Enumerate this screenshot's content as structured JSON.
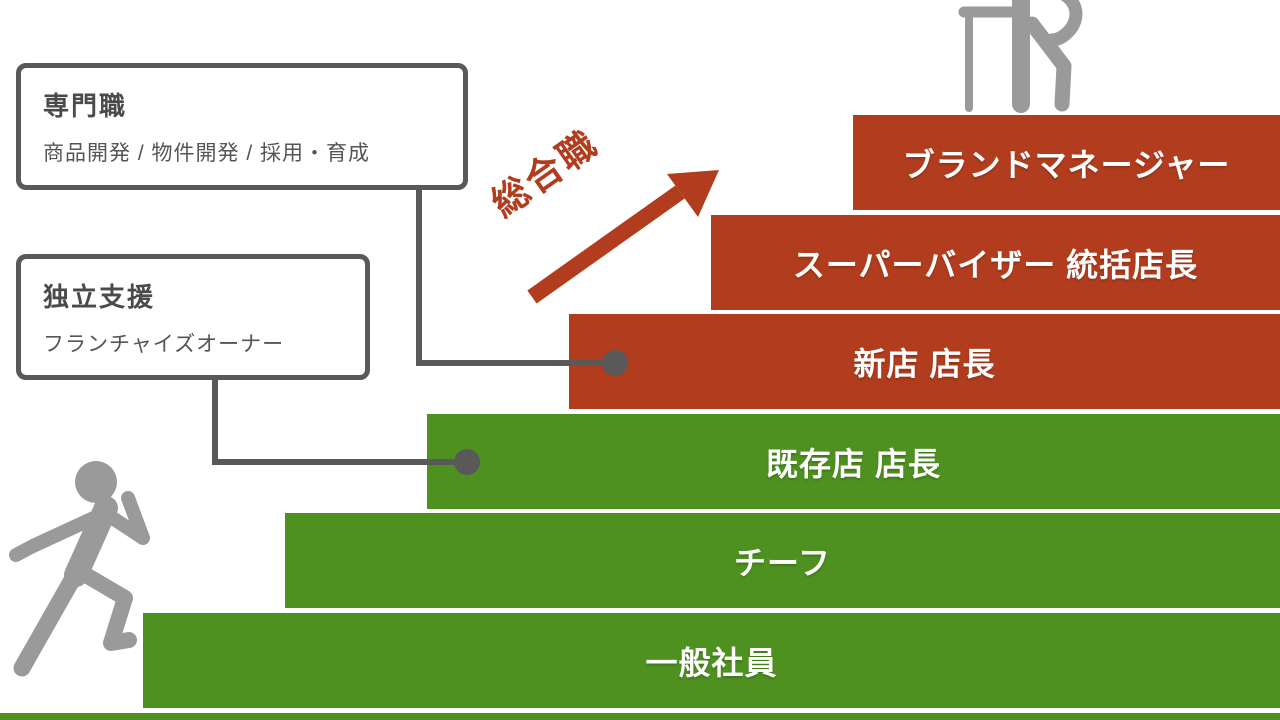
{
  "boxes": [
    {
      "title": "専門職",
      "subtitle": "商品開発 / 物件開発 / 採用・育成"
    },
    {
      "title": "独立支援",
      "subtitle": "フランチャイズオーナー"
    }
  ],
  "arrow": {
    "label": "総合職"
  },
  "steps": [
    {
      "label": "ブランドマネージャー",
      "track": "red"
    },
    {
      "label": "スーパーバイザー 統括店長",
      "track": "red"
    },
    {
      "label": "新店 店長",
      "track": "red"
    },
    {
      "label": "既存店 店長",
      "track": "green"
    },
    {
      "label": "チーフ",
      "track": "green"
    },
    {
      "label": "一般社員",
      "track": "green"
    }
  ],
  "icons": {
    "bottom_left": "running-person-icon",
    "top_right": "hiker-with-stick-icon"
  },
  "colors": {
    "red": "#b23d1e",
    "green": "#4e9121",
    "line": "#595959",
    "figure": "#9a9a9a"
  }
}
